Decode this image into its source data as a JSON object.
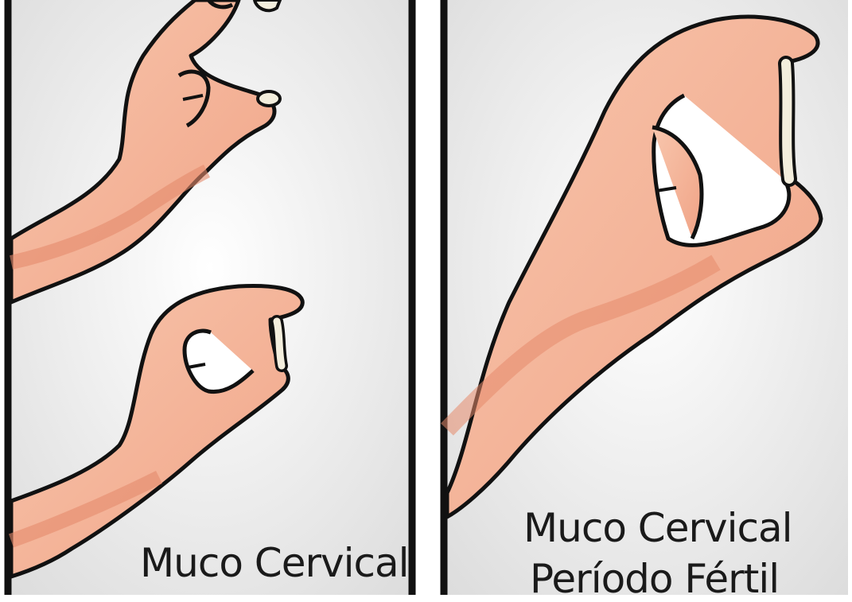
{
  "left_panel": {
    "caption": "Muco Cervical",
    "illustration": "fingers-pinching-dry-mucus"
  },
  "right_panel": {
    "caption_line1": "Muco Cervical",
    "caption_line2": "Período Fértil",
    "illustration": "fingers-stretching-fertile-mucus"
  },
  "colors": {
    "panel_background": "#eaeaea",
    "skin": "#f4b69a",
    "skin_shadow": "#e58a6c",
    "outline": "#111111",
    "mucus": "#f3eedd"
  }
}
